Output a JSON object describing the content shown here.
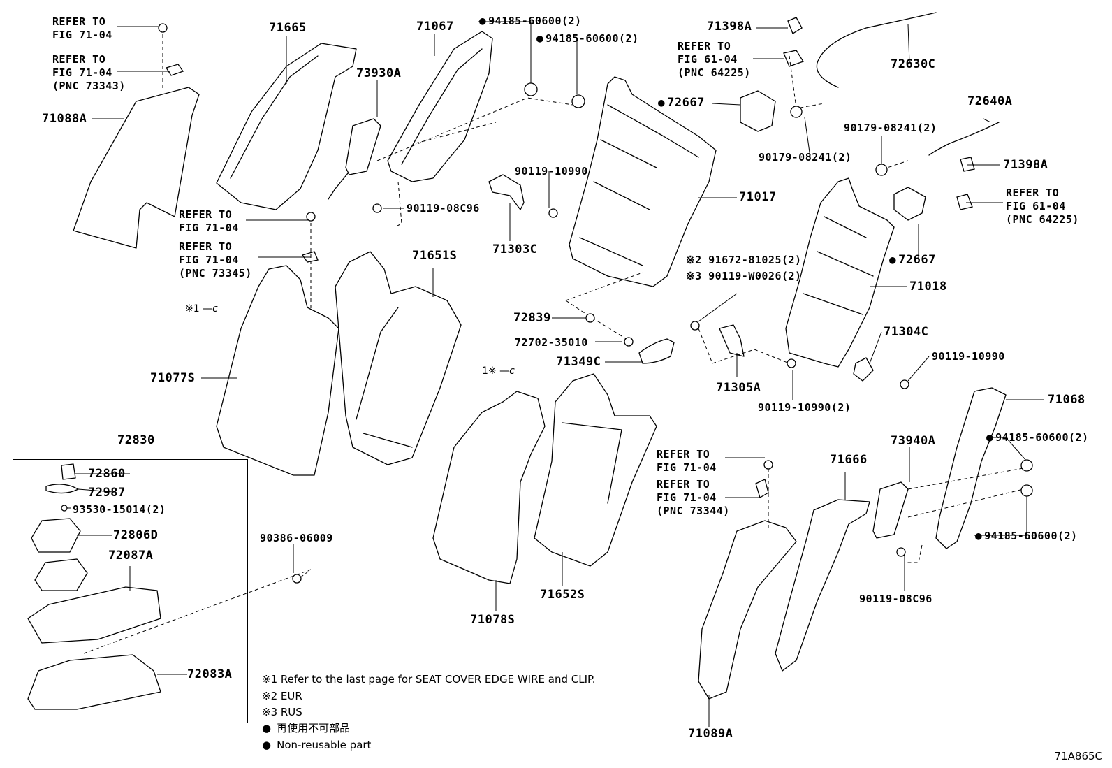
{
  "labels": {
    "ref_fig7104_a": "REFER TO\nFIG 71-04",
    "ref_fig7104_b": "REFER TO\nFIG 71-04\n(PNC 73343)",
    "p71088A": "71088A",
    "p71665": "71665",
    "p71067": "71067",
    "p73930A": "73930A",
    "bolt_94185_a": "94185-60600(2)",
    "bolt_94185_b": "94185-60600(2)",
    "p71398A_top": "71398A",
    "ref_fig6104_a": "REFER TO\nFIG 61-04\n(PNC 64225)",
    "p72630C": "72630C",
    "p72667_a": "72667",
    "p90179_a": "90179-08241(2)",
    "p90179_b": "90179-08241(2)",
    "p72640A": "72640A",
    "p71398A_right": "71398A",
    "ref_fig6104_b": "REFER TO\nFIG 61-04\n(PNC 64225)",
    "p90119_10990_a": "90119-10990",
    "p90119_08C96_a": "90119-08C96",
    "p71017": "71017",
    "p71303C": "71303C",
    "ref_fig7104_c": "REFER TO\nFIG 71-04",
    "ref_fig7104_d": "REFER TO\nFIG 71-04\n(PNC 73345)",
    "p71651S": "71651S",
    "p72667_b": "72667",
    "p91672": "※2 91672-81025(2)",
    "p90119_W0026": "※3 90119-W0026(2)",
    "p71018": "71018",
    "p72839": "72839",
    "p72702": "72702-35010",
    "p71349C": "71349C",
    "p71304C": "71304C",
    "p90119_10990_b": "90119-10990",
    "p71305A": "71305A",
    "p90119_10990_c": "90119-10990(2)",
    "p71077S": "71077S",
    "p71068": "71068",
    "bolt_94185_c": "94185-60600(2)",
    "bolt_94185_d": "94185-60600(2)",
    "p72830": "72830",
    "p72860": "72860",
    "p72987": "72987",
    "p93530": "93530-15014(2)",
    "p72806D": "72806D",
    "p72087A": "72087A",
    "p72083A": "72083A",
    "p90386": "90386-06009",
    "ref_fig7104_e": "REFER TO\nFIG 71-04",
    "ref_fig7104_f": "REFER TO\nFIG 71-04\n(PNC 73344)",
    "p73940A": "73940A",
    "p71666": "71666",
    "p90119_08C96_b": "90119-08C96",
    "p71078S": "71078S",
    "p71652S": "71652S",
    "p71089A": "71089A",
    "mark1_left": "※1",
    "mark1_mid": "1※"
  },
  "notes": {
    "n1": "※1 Refer to the last page for SEAT COVER EDGE WIRE and CLIP.",
    "n2": "※2 EUR",
    "n3": "※3 RUS",
    "n4": "再使用不可部品",
    "n5": "Non-reusable part"
  },
  "figure_code": "71A865C",
  "colors": {
    "ink": "#000000",
    "paper": "#ffffff"
  }
}
